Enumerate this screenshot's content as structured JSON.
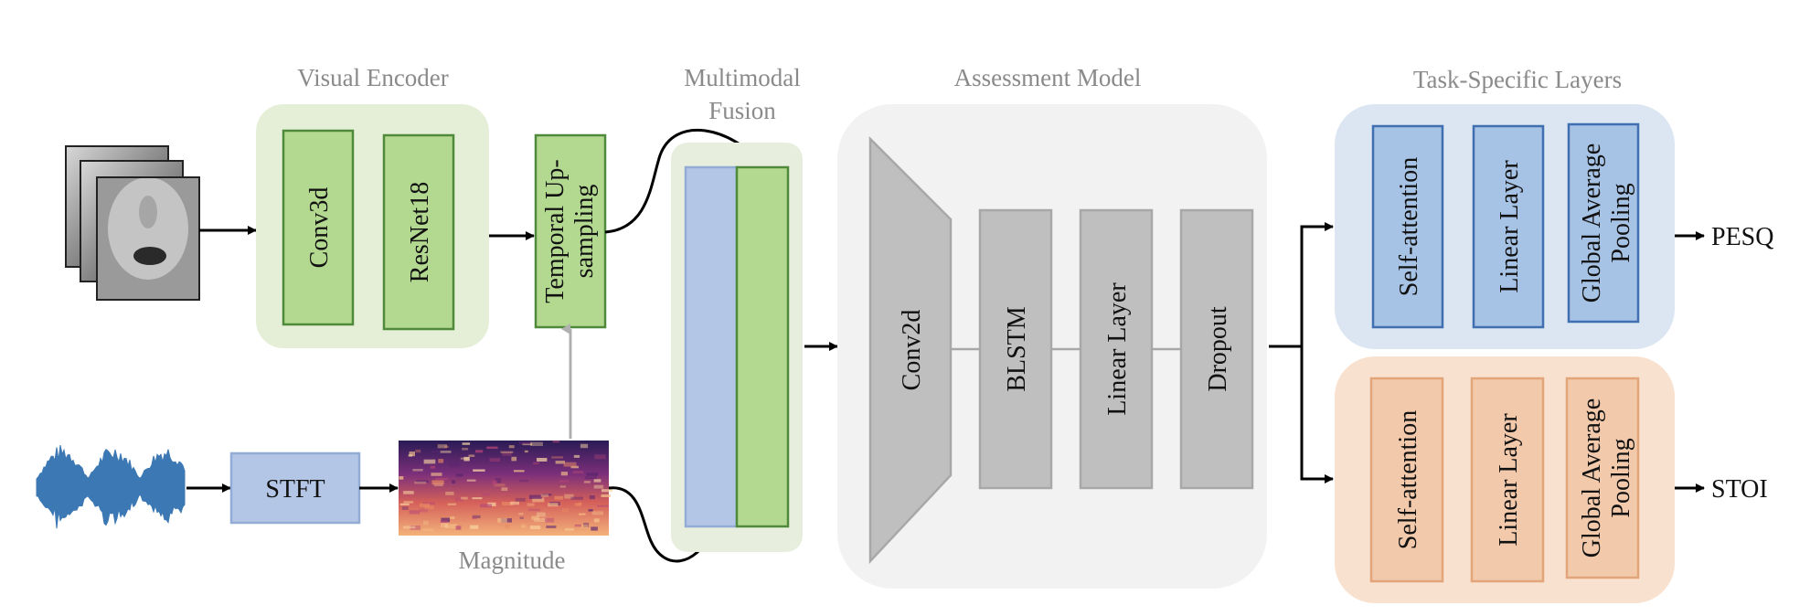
{
  "sections": {
    "visual_encoder": "Visual Encoder",
    "multimodal_fusion_line1": "Multimodal",
    "multimodal_fusion_line2": "Fusion",
    "assessment_model": "Assessment Model",
    "task_specific_layers": "Task-Specific Layers"
  },
  "visual_encoder": {
    "conv3d": "Conv3d",
    "resnet18": "ResNet18"
  },
  "upsampling": {
    "line1": "Temporal Up-",
    "line2": "sampling"
  },
  "audio": {
    "stft": "STFT",
    "magnitude": "Magnitude"
  },
  "assessment": {
    "conv2d": "Conv2d",
    "blstm": "BLSTM",
    "linear": "Linear Layer",
    "dropout": "Dropout"
  },
  "pesq_head": {
    "self_attention": "Self-attention",
    "linear": "Linear Layer",
    "gap_line1": "Global Average",
    "gap_line2": "Pooling"
  },
  "stoi_head": {
    "self_attention": "Self-attention",
    "linear": "Linear Layer",
    "gap_line1": "Global Average",
    "gap_line2": "Pooling"
  },
  "outputs": {
    "pesq": "PESQ",
    "stoi": "STOI"
  },
  "colors": {
    "green_fill": "#b3d991",
    "green_stroke": "#4f8a3a",
    "green_panel": "#e5efd8",
    "fusion_panel": "#e8eede",
    "blue_fill": "#b4c6e5",
    "blue_stroke": "#93acd6",
    "grey_panel": "#f2f2f2",
    "grey_fill": "#bfbfbf",
    "grey_stroke": "#a8a8a8",
    "task_blue_panel": "#dce6f2",
    "task_blue_fill": "#a6c2e4",
    "task_blue_stroke": "#3f6fb0",
    "task_orange_panel": "#f9e1cf",
    "task_orange_fill": "#f2c9ab",
    "task_orange_stroke": "#e2a579"
  }
}
